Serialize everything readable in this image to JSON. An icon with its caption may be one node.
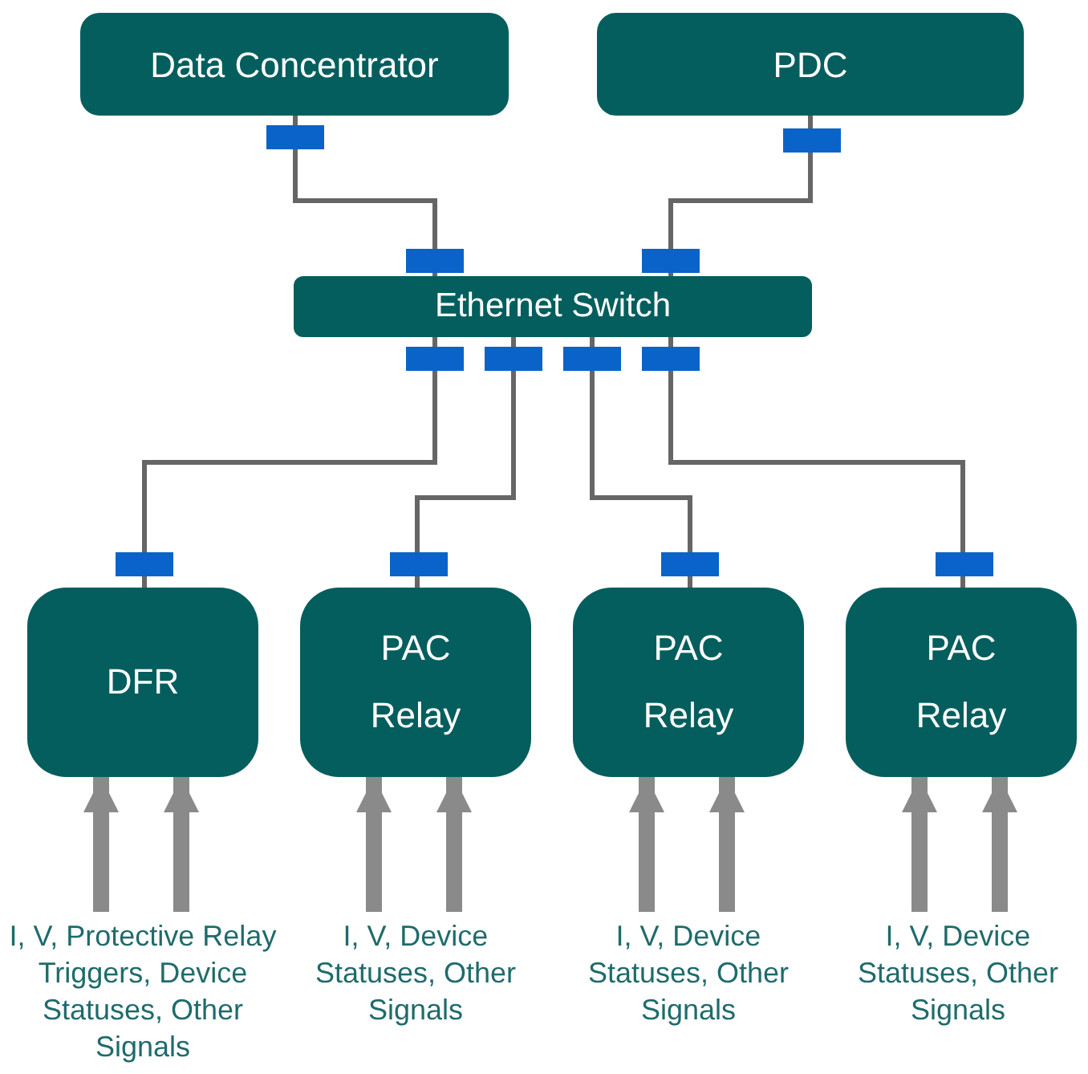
{
  "diagram": {
    "nodes": [
      {
        "text": [
          "Data Concentrator"
        ]
      },
      {
        "text": [
          "PDC"
        ]
      },
      {
        "text": [
          "Ethernet Switch"
        ]
      },
      {
        "text": [
          "DFR"
        ]
      },
      {
        "text": [
          "PAC Relay"
        ]
      },
      {
        "text": [
          "PAC Relay"
        ]
      },
      {
        "text": [
          "PAC Relay"
        ]
      },
      {
        "text": [
          "I, V, Protective Relay Triggers, Device Statuses, Other Signals"
        ]
      },
      {
        "text": [
          "I, V, Device Statuses, Other Signals"
        ]
      },
      {
        "text": [
          "I, V, Device Statuses, Other Signals"
        ]
      },
      {
        "text": [
          "I, V, Device Statuses, Other Signals"
        ]
      }
    ],
    "edges": [
      {
        "from": 0,
        "to": 2,
        "arrow": "none",
        "color": "#666666"
      },
      {
        "from": 1,
        "to": 2,
        "arrow": "none",
        "color": "#666666"
      },
      {
        "from": 2,
        "to": 3,
        "arrow": "none",
        "color": "#666666"
      },
      {
        "from": 2,
        "to": 4,
        "arrow": "none",
        "color": "#666666"
      },
      {
        "from": 2,
        "to": 5,
        "arrow": "none",
        "color": "#666666"
      },
      {
        "from": 2,
        "to": 6,
        "arrow": "none",
        "color": "#666666"
      },
      {
        "from": 7,
        "to": 3,
        "arrow": "to"
      },
      {
        "from": 7,
        "to": 3,
        "arrow": "to"
      },
      {
        "from": 8,
        "to": 4,
        "arrow": "to"
      },
      {
        "from": 8,
        "to": 4,
        "arrow": "to"
      },
      {
        "from": 9,
        "to": 5,
        "arrow": "to"
      },
      {
        "from": 9,
        "to": 5,
        "arrow": "to"
      },
      {
        "from": 10,
        "to": 6,
        "arrow": "to"
      },
      {
        "from": 10,
        "to": 6,
        "arrow": "to"
      }
    ]
  }
}
